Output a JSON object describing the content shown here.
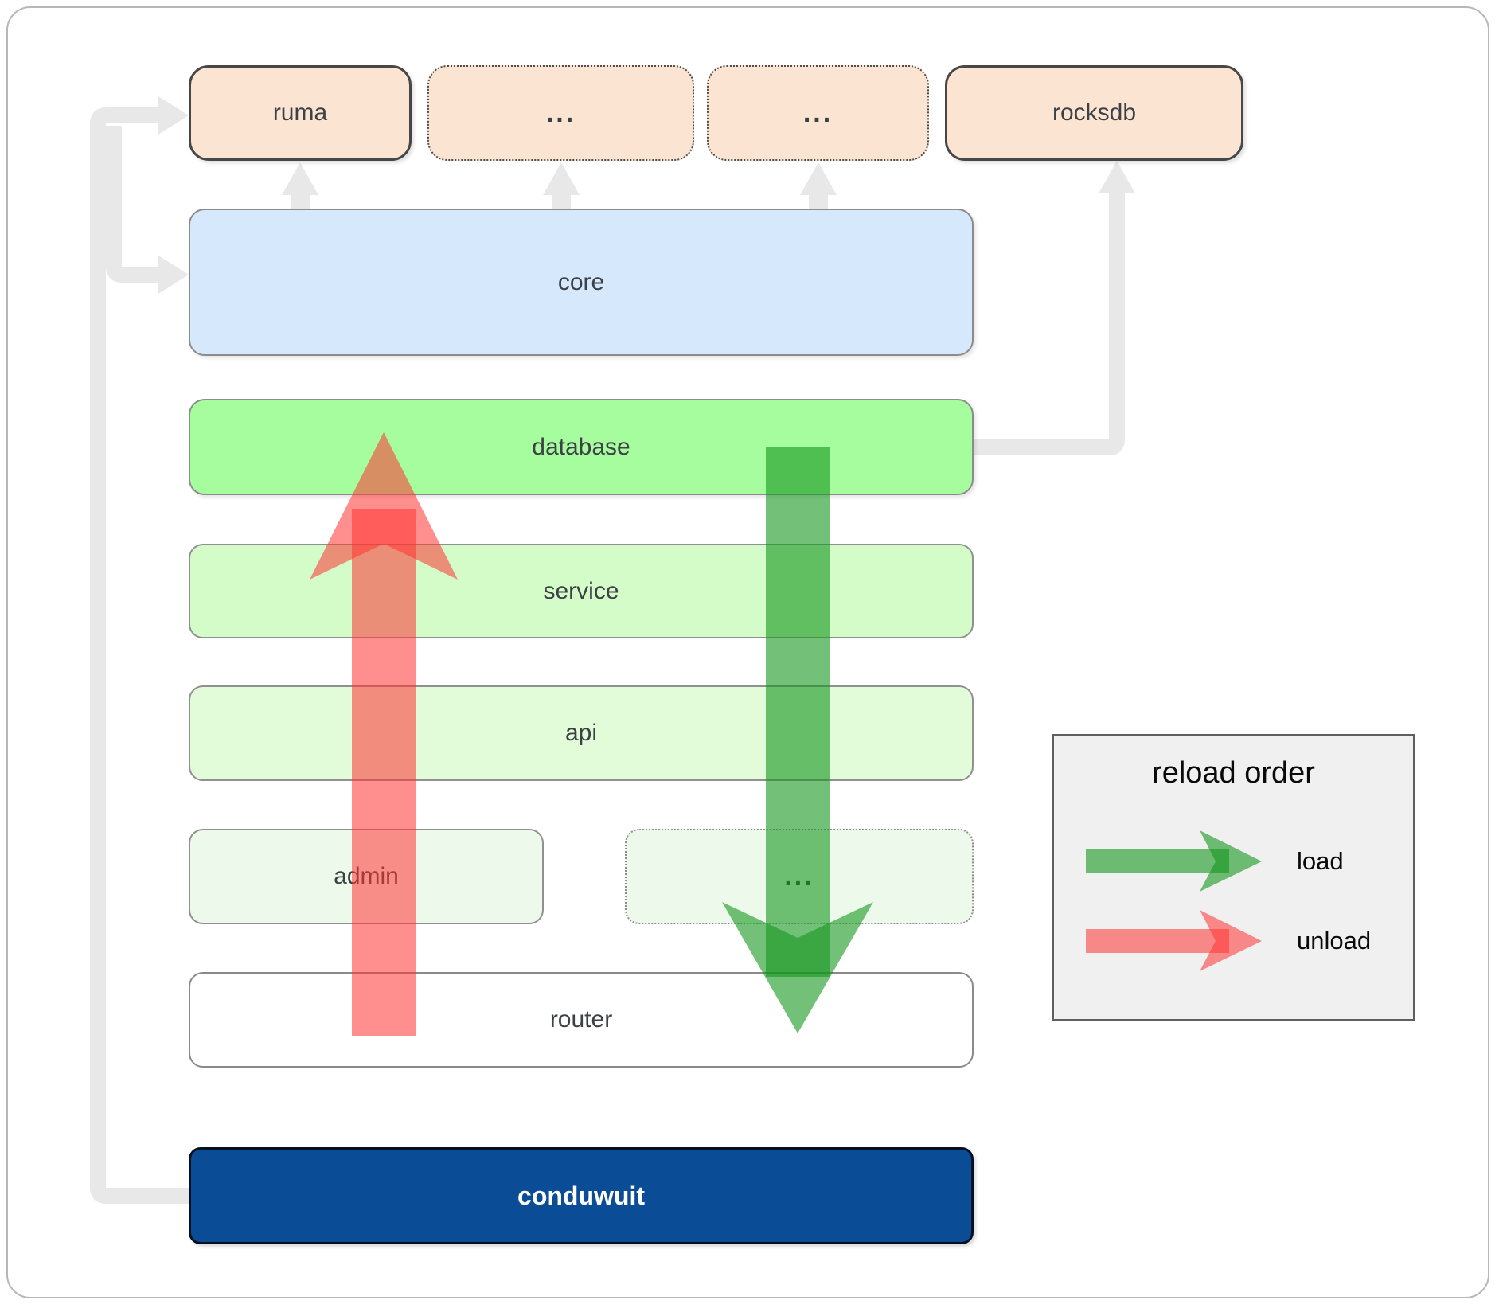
{
  "top_row": {
    "ruma": {
      "label": "ruma"
    },
    "module_a": {
      "label": "..."
    },
    "module_b": {
      "label": "..."
    },
    "rocksdb": {
      "label": "rocksdb"
    }
  },
  "stack": {
    "core": {
      "label": "core"
    },
    "database": {
      "label": "database"
    },
    "service": {
      "label": "service"
    },
    "api": {
      "label": "api"
    },
    "admin": {
      "label": "admin"
    },
    "admin_more": {
      "label": "..."
    },
    "router": {
      "label": "router"
    },
    "conduwuit": {
      "label": "conduwuit"
    }
  },
  "legend": {
    "title": "reload order",
    "items": [
      {
        "label": "load",
        "arrow_color": "#16961e"
      },
      {
        "label": "unload",
        "arrow_color": "#ff3333"
      }
    ]
  },
  "colors": {
    "peach_box": "#fbe5d2",
    "core_blue": "#d6e8fb",
    "database_green": "#a6fd9d",
    "service_green": "#d3fcc9",
    "api_green": "#e2fbd9",
    "admin_green": "#edfaeb",
    "router_white": "#ffffff",
    "conduwuit_navy": "#0a4d96",
    "load_arrow_green": "#16961e",
    "unload_arrow_red": "#ff3333",
    "connector_gray": "#e8e8e8",
    "legend_bg": "#f0f0f0"
  }
}
